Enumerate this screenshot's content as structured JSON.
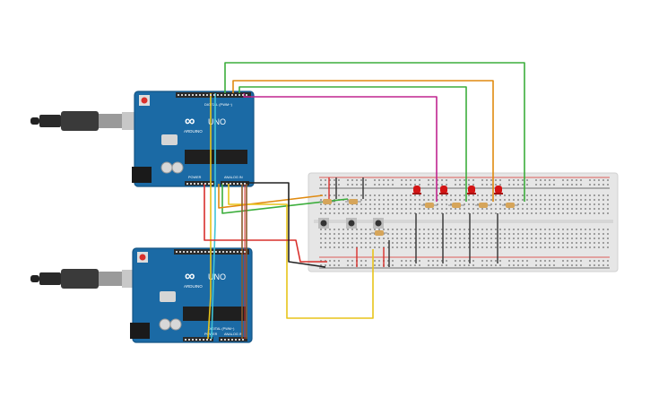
{
  "arduino_top": {
    "logo": "∞",
    "brand": "ARDUINO",
    "model": "UNO",
    "digital_header": "DIGITAL (PWM~)",
    "power_header": "POWER",
    "analog_header": "ANALOG IN"
  },
  "arduino_bottom": {
    "logo": "∞",
    "brand": "ARDUINO",
    "model": "UNO",
    "digital_header": "DIGITAL (PWM~)",
    "power_header": "POWER",
    "analog_header": "ANALOG IN"
  },
  "icons": {
    "usb_top": "usb-cable-icon",
    "usb_bottom": "usb-cable-icon"
  },
  "colors": {
    "board_blue": "#1b6aa5",
    "board_blue_dark": "#145585",
    "breadboard": "#e6e6e6",
    "rail_red": "#d9302c",
    "rail_dark": "#333333",
    "wire_green": "#3cae3c",
    "wire_orange": "#e08a10",
    "wire_magenta": "#c0258f",
    "wire_yellow": "#e8c41a",
    "wire_cyan": "#3fc4d8",
    "wire_red": "#d9302c",
    "wire_black": "#222222",
    "wire_brown": "#8b5a2b",
    "led_red": "#d31414"
  }
}
